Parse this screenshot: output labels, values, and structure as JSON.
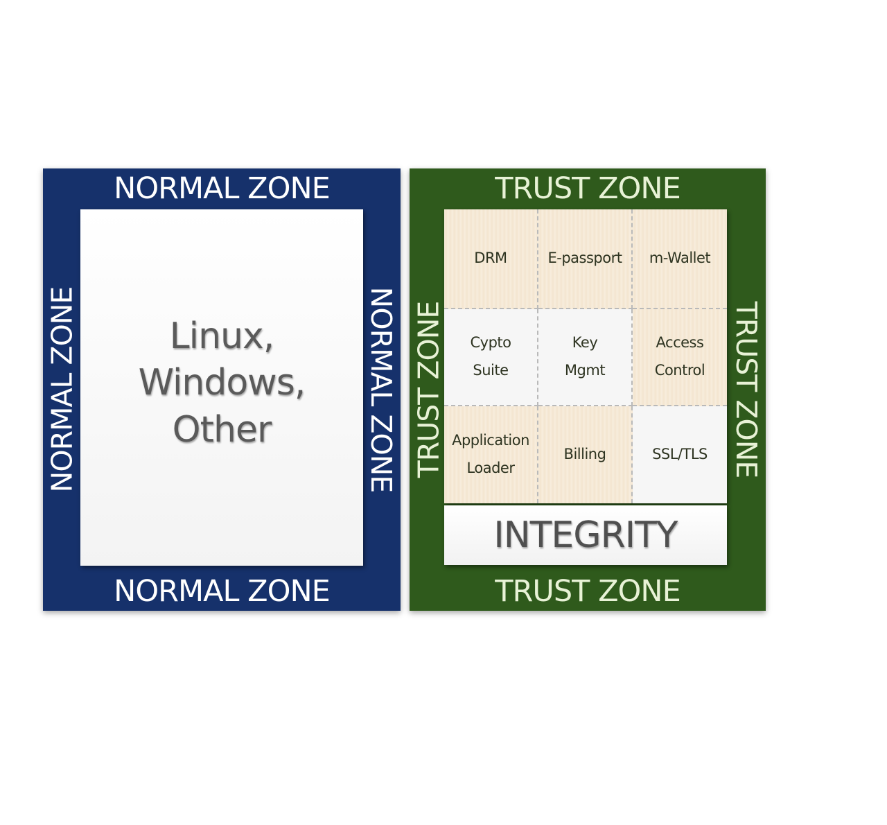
{
  "normal_zone": {
    "label": "NORMAL ZONE",
    "color": "#16316b",
    "content_lines": [
      "Linux,",
      "Windows,",
      "Other"
    ]
  },
  "trust_zone": {
    "label": "TRUST ZONE",
    "color": "#2f5a1c",
    "cells": [
      {
        "text": "DRM",
        "fill": "tan"
      },
      {
        "text": "E-passport",
        "fill": "tan"
      },
      {
        "text": "m-Wallet",
        "fill": "tan"
      },
      {
        "text": "Cypto\nSuite",
        "fill": "white"
      },
      {
        "text": "Key\nMgmt",
        "fill": "white"
      },
      {
        "text": "Access\nControl",
        "fill": "tan"
      },
      {
        "text": "Application\nLoader",
        "fill": "tan"
      },
      {
        "text": "Billing",
        "fill": "tan"
      },
      {
        "text": "SSL/TLS",
        "fill": "white"
      }
    ],
    "integrity_label": "INTEGRITY"
  }
}
